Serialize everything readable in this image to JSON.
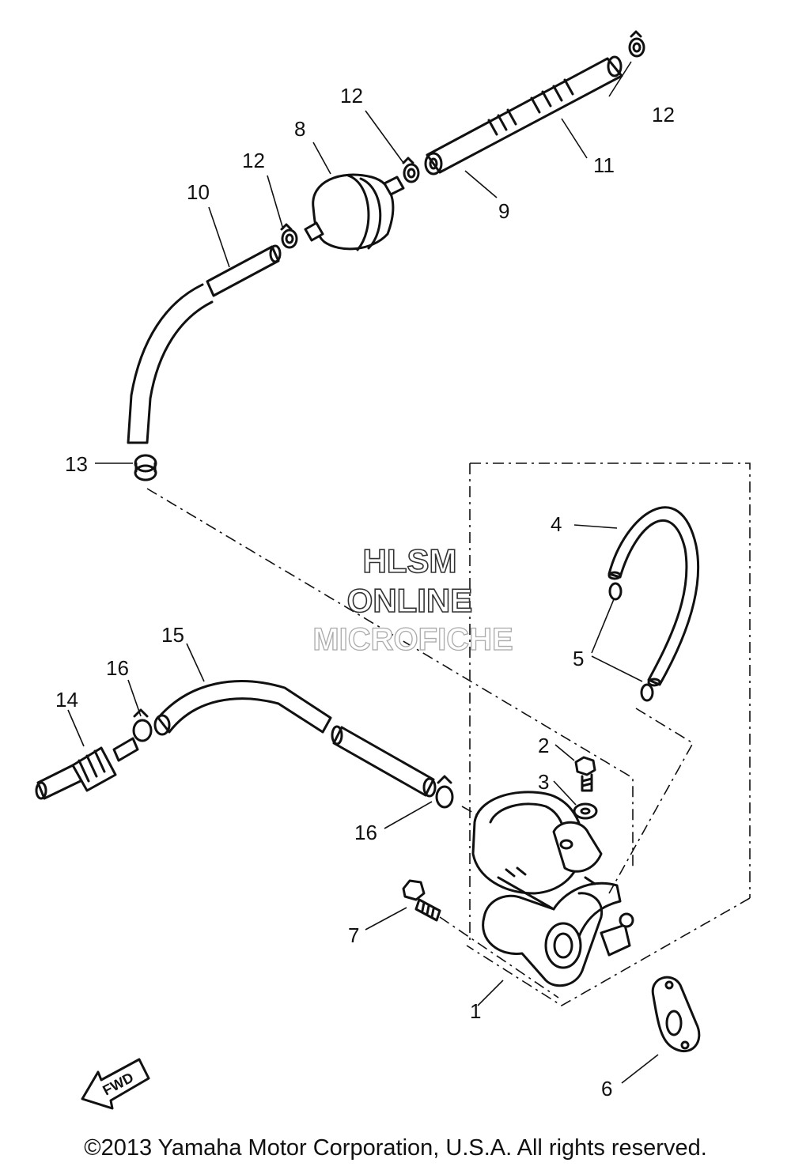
{
  "labels": {
    "p1": "1",
    "p2": "2",
    "p3": "3",
    "p4": "4",
    "p5": "5",
    "p6": "6",
    "p7": "7",
    "p8": "8",
    "p9": "9",
    "p10": "10",
    "p11": "11",
    "p12a": "12",
    "p12b": "12",
    "p12c": "12",
    "p13": "13",
    "p14": "14",
    "p15": "15",
    "p16a": "16",
    "p16b": "16"
  },
  "watermark": {
    "line1": "HLSM",
    "line2": "ONLINE",
    "line3": "MICROFICHE"
  },
  "fwd_mark": "FWD",
  "copyright": "©2013 Yamaha Motor Corporation, U.S.A. All rights reserved."
}
